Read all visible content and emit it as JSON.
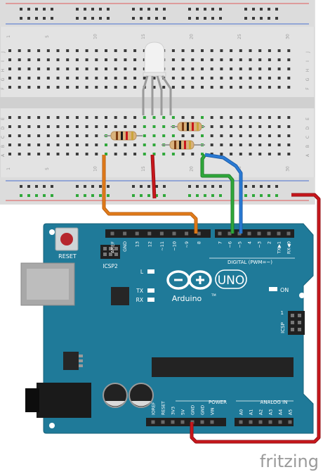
{
  "breadboard": {
    "column_numbers": [
      "1",
      "5",
      "10",
      "15",
      "20",
      "25",
      "30"
    ],
    "row_letters_top": [
      "J",
      "I",
      "H",
      "G",
      "F"
    ],
    "row_letters_bottom": [
      "E",
      "D",
      "C",
      "B",
      "A"
    ]
  },
  "arduino": {
    "reset_label": "RESET",
    "icsp2_label": "ICSP2",
    "logo_text": "UNO",
    "brand_text": "Arduino",
    "trademark": "TM",
    "digital_label": "DIGITAL (PWM=~)",
    "digital_pins": [
      "AREF",
      "GND",
      "13",
      "12",
      "~11",
      "~10",
      "~9",
      "8",
      "7",
      "~6",
      "~5",
      "4",
      "~3",
      "2",
      "TX▶1",
      "RX◀0"
    ],
    "led_l": "L",
    "led_tx": "TX",
    "led_rx": "RX",
    "on_label": "ON",
    "icsp_label": "ICSP",
    "icsp_pin1": "1",
    "power_label": "POWER",
    "power_pins": [
      "IOREF",
      "RESET",
      "3V3",
      "5V",
      "GND",
      "GND",
      "VIN"
    ],
    "analog_label": "ANALOG IN",
    "analog_pins": [
      "A0",
      "A1",
      "A2",
      "A3",
      "A4",
      "A5"
    ]
  },
  "watermark": "fritzing",
  "colors": {
    "board_blue": "#1f7a99",
    "wire_orange": "#e07b1a",
    "wire_red": "#c8171c",
    "wire_green": "#2fa83a",
    "wire_blue": "#2a7ad4",
    "rail_red": "#e05a5a",
    "rail_blue": "#4a6fd0"
  }
}
